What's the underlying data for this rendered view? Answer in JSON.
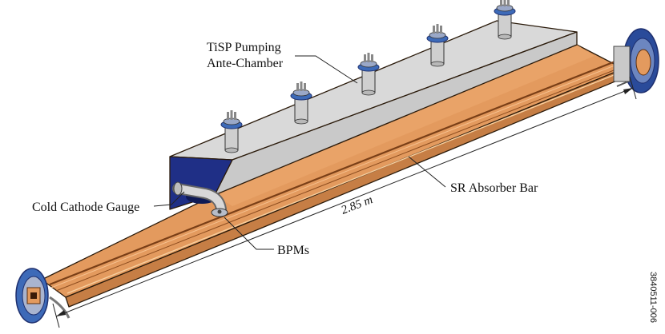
{
  "labels": {
    "pump_line1": "TiSP Pumping",
    "pump_line2": "Ante-Chamber",
    "gauge": "Cold Cathode Gauge",
    "absorber": "SR Absorber Bar",
    "bpms": "BPMs",
    "length": "2.85 m",
    "figure_id": "3840511-006"
  },
  "colors": {
    "copper": "#e39a5e",
    "copper_dark": "#b9703a",
    "chamber_gray": "#d4d4d4",
    "chamber_top": "#e6e6e6",
    "chamber_end": "#1f2f86",
    "flange_blue": "#3d6ab8",
    "flange_dark": "#1e2f6e"
  },
  "components": {
    "pump_port_count": 5
  }
}
